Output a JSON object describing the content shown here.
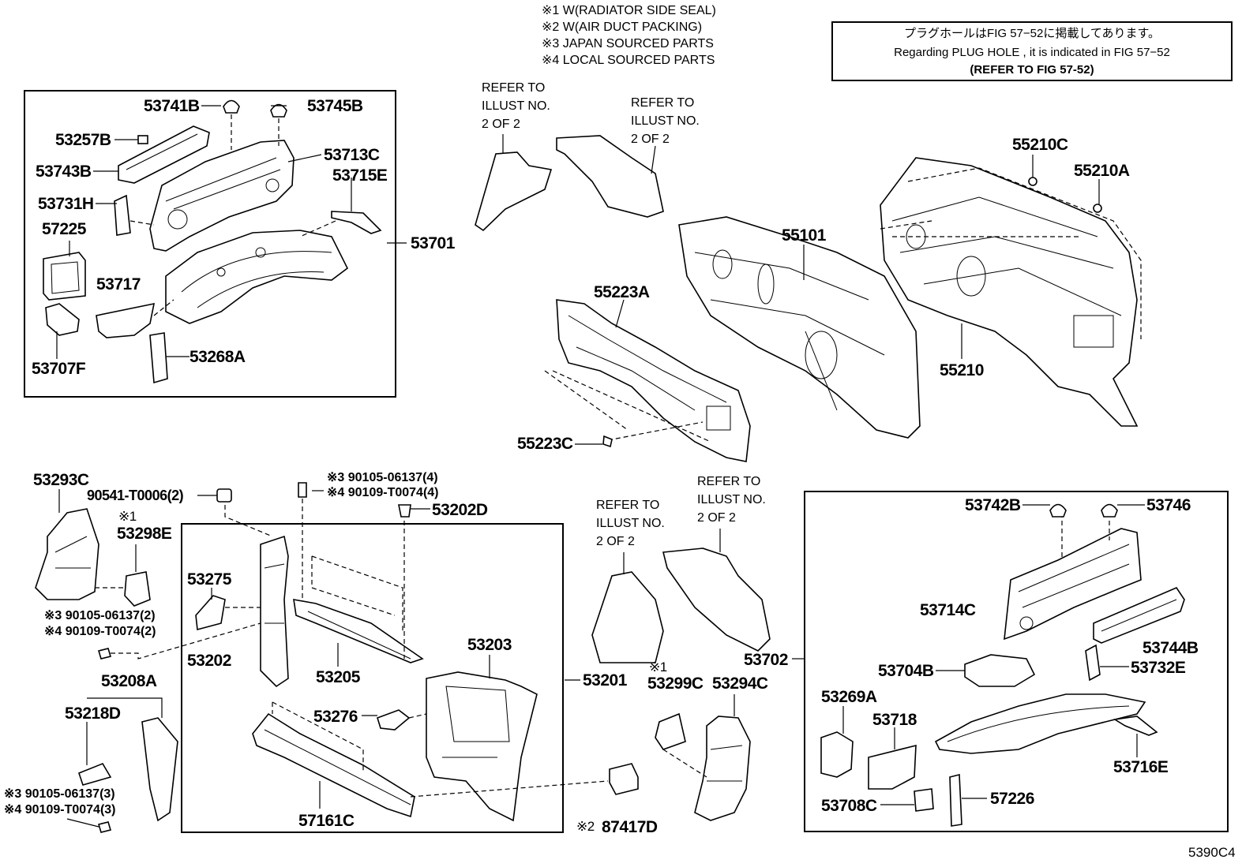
{
  "notes": {
    "n1": "※1 W(RADIATOR SIDE SEAL)",
    "n2": "※2 W(AIR DUCT PACKING)",
    "n3": "※3 JAPAN SOURCED PARTS",
    "n4": "※4 LOCAL SOURCED PARTS"
  },
  "plug_note": {
    "jp": "プラグホールはFIG 57−52に掲載してあります。",
    "en": "Regarding  PLUG  HOLE , it is indicated in FIG  57−52",
    "ref": "(REFER  TO  FIG  57-52)"
  },
  "refer": {
    "r1": [
      "REFER TO",
      "ILLUST NO.",
      "2 OF 2"
    ],
    "r2": [
      "REFER TO",
      "ILLUST NO.",
      "2 OF 2"
    ],
    "r3": [
      "REFER TO",
      "ILLUST NO.",
      "2 OF 2"
    ],
    "r4": [
      "REFER TO",
      "ILLUST NO.",
      "2 OF 2"
    ]
  },
  "labels": {
    "p53741B": "53741B",
    "p53745B": "53745B",
    "p53257B": "53257B",
    "p53743B": "53743B",
    "p53713C": "53713C",
    "p53715E": "53715E",
    "p53731H": "53731H",
    "p57225": "57225",
    "p53701": "53701",
    "p53717": "53717",
    "p53707F": "53707F",
    "p53268A": "53268A",
    "p55101": "55101",
    "p55210C": "55210C",
    "p55210A": "55210A",
    "p55223A": "55223A",
    "p55210": "55210",
    "p55223C": "55223C",
    "p53293C": "53293C",
    "p90541": "90541-T0006(2)",
    "m1a": "※1",
    "p53298E": "53298E",
    "f1a": "※3 90105-06137(2)",
    "f1b": "※4 90109-T0074(2)",
    "p53208A": "53208A",
    "p53218D": "53218D",
    "f2a": "※3 90105-06137(3)",
    "f2b": "※4 90109-T0074(3)",
    "f3a": "※3 90105-06137(4)",
    "f3b": "※4 90109-T0074(4)",
    "p53202D": "53202D",
    "p53275": "53275",
    "p53202": "53202",
    "p53205": "53205",
    "p53203": "53203",
    "p53201": "53201",
    "p53276": "53276",
    "p57161C": "57161C",
    "m2": "※2",
    "p87417D": "87417D",
    "m1b": "※1",
    "p53299C": "53299C",
    "p53294C": "53294C",
    "p53702": "53702",
    "p53742B": "53742B",
    "p53746": "53746",
    "p53714C": "53714C",
    "p53744B": "53744B",
    "p53704B": "53704B",
    "p53732E": "53732E",
    "p53269A": "53269A",
    "p53718": "53718",
    "p53716E": "53716E",
    "p53708C": "53708C",
    "p57226": "57226",
    "fig_code": "5390C4"
  }
}
